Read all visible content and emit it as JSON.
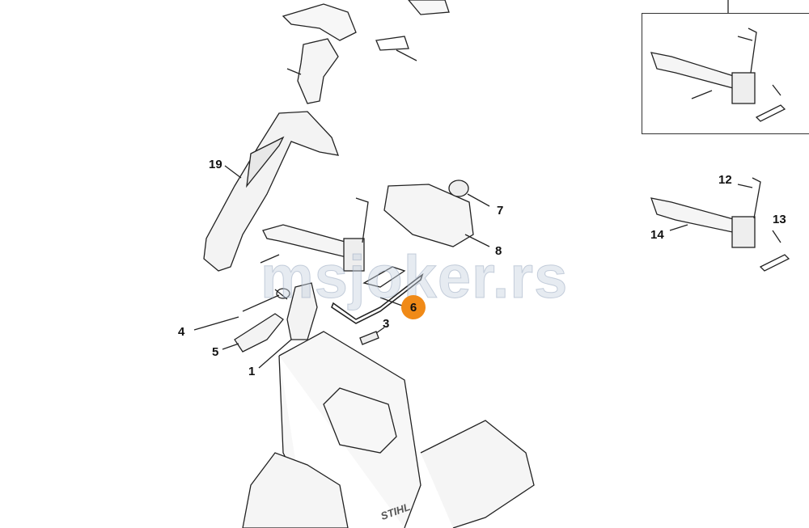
{
  "diagram": {
    "labels": {
      "l19": "19",
      "l7": "7",
      "l8": "8",
      "l6": "6",
      "l3": "3",
      "l4": "4",
      "l5": "5",
      "l1": "1",
      "l12": "12",
      "l13": "13",
      "l14": "14"
    },
    "highlighted_part": "6",
    "highlight_color": "#f08a17",
    "watermark": "msjoker.rs",
    "brand_mark": "STIHL"
  }
}
